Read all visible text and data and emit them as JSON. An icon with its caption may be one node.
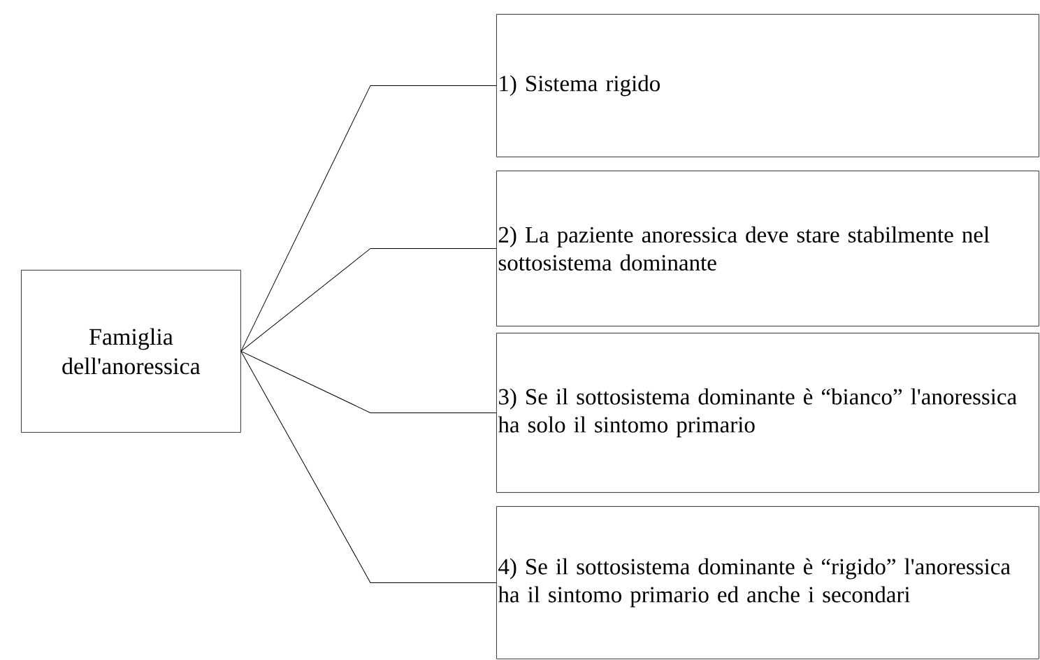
{
  "diagram": {
    "nodes": [
      {
        "text": [
          "Famiglia dell'anoressica"
        ]
      },
      {
        "text": [
          "1) Sistema rigido"
        ]
      },
      {
        "text": [
          "2) La paziente anoressica deve stare stabilmente nel sottosistema dominante"
        ]
      },
      {
        "text": [
          "3) Se il sottosistema dominante è “bianco” l'anoressica ha solo il sintomo primario"
        ]
      },
      {
        "text": [
          "4) Se il sottosistema dominante è “rigido” l'anoressica ha il sintomo primario ed anche i secondari"
        ]
      }
    ],
    "edges": [
      {
        "from": 0,
        "to": 1,
        "arrow": "none"
      },
      {
        "from": 0,
        "to": 2,
        "arrow": "none"
      },
      {
        "from": 0,
        "to": 3,
        "arrow": "none"
      },
      {
        "from": 0,
        "to": 4,
        "arrow": "none"
      }
    ]
  }
}
